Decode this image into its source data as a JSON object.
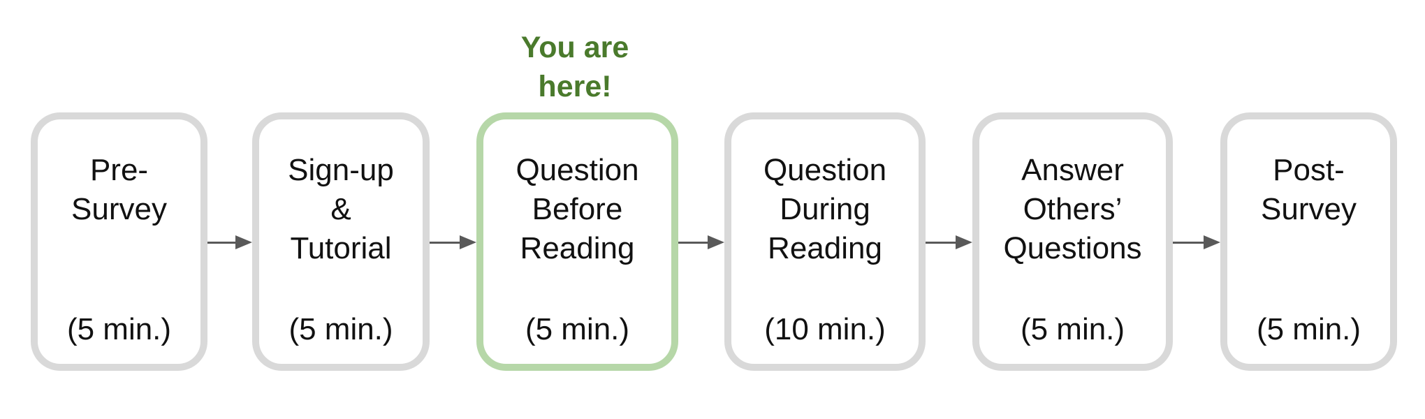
{
  "indicator": {
    "text": "You are\nhere!",
    "color": "#4a7a2c"
  },
  "colors": {
    "box_border": "#d9d9d9",
    "current_border": "#b6d7a8",
    "arrow": "#595959"
  },
  "steps": [
    {
      "name": "Pre-\nSurvey",
      "duration": "(5 min.)"
    },
    {
      "name": "Sign-up\n&\nTutorial",
      "duration": "(5 min.)"
    },
    {
      "name": "Question\nBefore\nReading",
      "duration": "(5 min.)"
    },
    {
      "name": "Question\nDuring\nReading",
      "duration": "(10 min.)"
    },
    {
      "name": "Answer\nOthers’\nQuestions",
      "duration": "(5 min.)"
    },
    {
      "name": "Post-\nSurvey",
      "duration": "(5 min.)"
    }
  ],
  "current_step": 3
}
